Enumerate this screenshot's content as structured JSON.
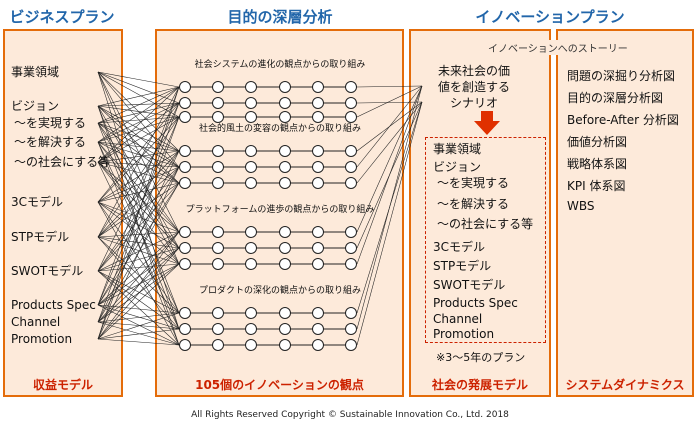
{
  "columns": {
    "business_plan": {
      "title": "ビジネスプラン",
      "footer": "収益モデル",
      "items": [
        "事業領域",
        "ビジョン",
        "～を実現する",
        "～を解決する",
        "～の社会にする等",
        "3Cモデル",
        "STPモデル",
        "SWOTモデル",
        "Products Spec",
        "Channel",
        "Promotion"
      ]
    },
    "deep_analysis": {
      "title": "目的の深層分析",
      "footer": "105個のイノベーションの観点",
      "groups": [
        {
          "title": "社会システムの進化の観点からの取り組み",
          "rows": 3
        },
        {
          "title": "社会的風土の変容の観点からの取り組み",
          "rows": 3
        },
        {
          "title": "プラットフォームの進歩の観点からの取り組み",
          "rows": 3
        },
        {
          "title": "プロダクトの深化の観点からの取り組み",
          "rows": 3
        }
      ]
    },
    "innovation_plan": {
      "title": "イノベーションプラン",
      "story_label": "イノベーションへのストーリー",
      "scenario": [
        "未来社会の価",
        "値を創造する",
        "シナリオ"
      ],
      "items": [
        "事業領域",
        "ビジョン",
        "～を実現する",
        "～を解決する",
        "～の社会にする等",
        "3Cモデル",
        "STPモデル",
        "SWOTモデル",
        "Products Spec",
        "Channel",
        "Promotion"
      ],
      "note": "※3～5年のプラン",
      "footer": "社会の発展モデル"
    },
    "system_dynamics": {
      "items": [
        "問題の深掘り分析図",
        "目的の深層分析図",
        "Before-After 分析図",
        "価値分析図",
        "戦略体系図",
        "KPI 体系図",
        "WBS"
      ],
      "footer": "システムダイナミクス"
    }
  },
  "copyright": "All Rights Reserved  Copyright  © Sustainable Innovation  Co., Ltd.  2018",
  "colors": {
    "panel_fill": "#fdeada",
    "panel_border": "#e46c0a",
    "title": "#2266aa",
    "footer": "#cc2200",
    "arrow": "#e03000"
  }
}
